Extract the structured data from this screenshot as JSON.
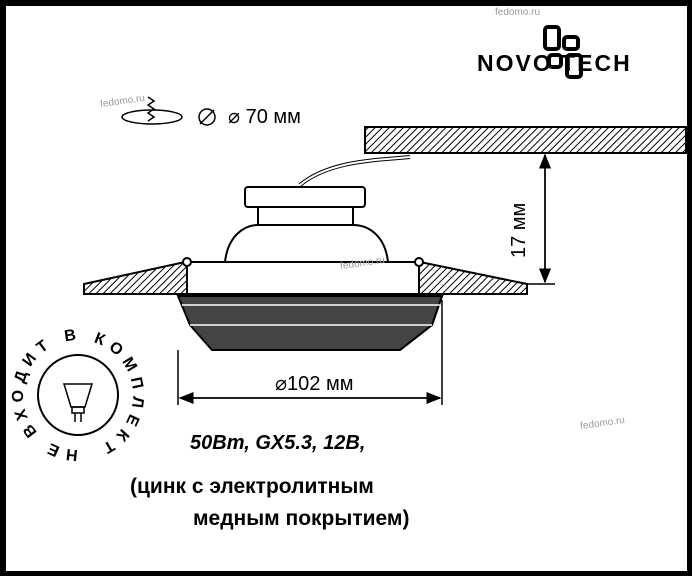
{
  "logo": {
    "brand": "NOVOTECH",
    "display": "NOVO  TECH"
  },
  "watermarks": [
    "fedomo.ru",
    "fedomo.ru",
    "fedomo.ru",
    "fedomo.ru"
  ],
  "dimensions": {
    "cutout": "⌀ 70 мм",
    "diameter": "⌀102 мм",
    "height": "17 мм"
  },
  "badge": {
    "text": "НЕ ВХОДИТ В КОМПЛЕКТ"
  },
  "specs": {
    "line": "50Вт, GX5.3, 12В,",
    "material_line1": "(цинк с электролитным",
    "material_line2": "медным покрытием)"
  }
}
